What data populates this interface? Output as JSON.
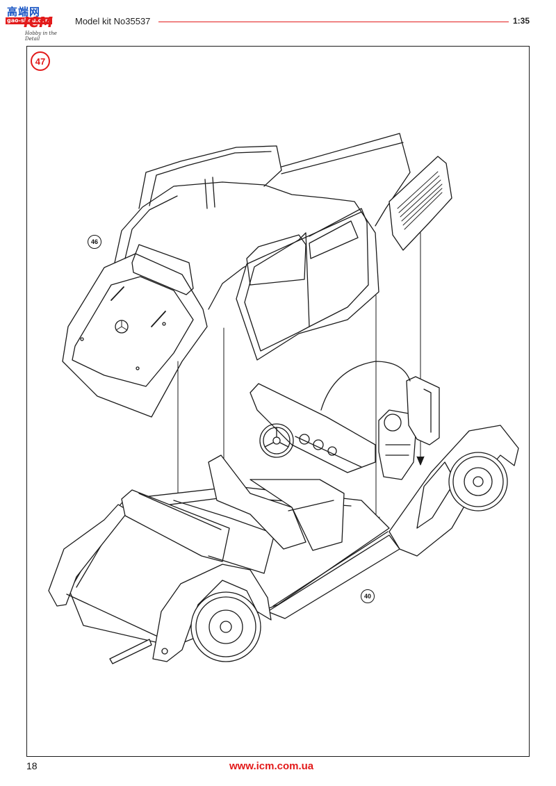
{
  "header": {
    "logo_cn": "高端网",
    "logo_site": "gao-shou.com",
    "logo_brand": "ICM",
    "logo_tagline": "Hobby in the Detail",
    "kit_title": "Model kit No35537",
    "scale": "1:35"
  },
  "step": {
    "number": "47"
  },
  "callouts": {
    "ref_top": "46",
    "ref_bottom": "40"
  },
  "colors": {
    "accent": "#e21a1a",
    "line": "#1a1a1a"
  },
  "footer": {
    "page_number": "18",
    "website": "www.icm.com.ua"
  }
}
